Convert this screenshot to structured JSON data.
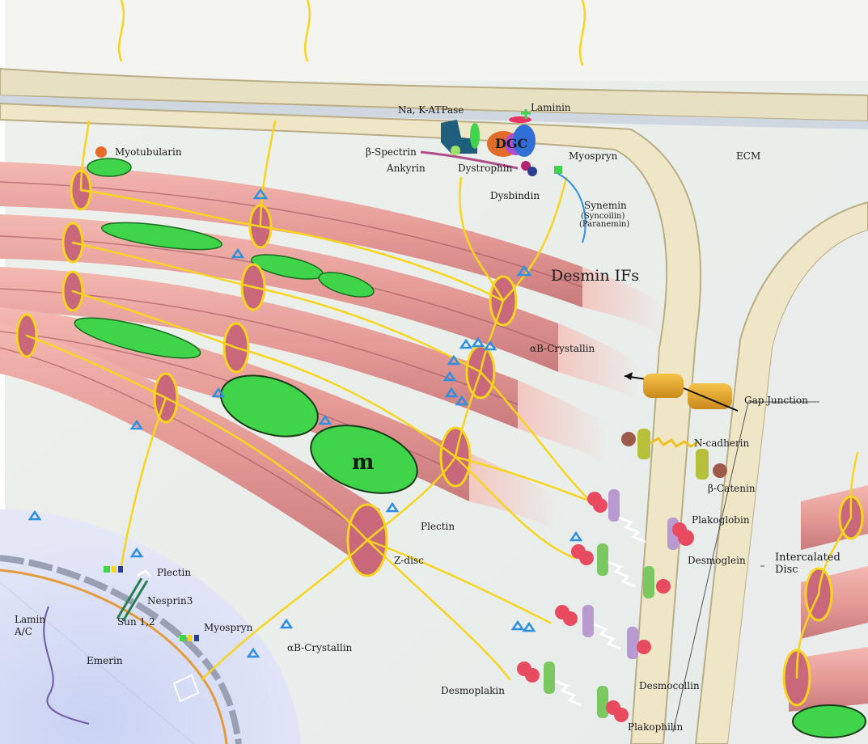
{
  "labels": {
    "myotubularin": "Myotubularin",
    "na_k_atpase": "Na, K-ATPase",
    "laminin": "Laminin",
    "beta_spectrin": "β-Spectrin",
    "dgc": "DGC",
    "myospryn_top": "Myospryn",
    "ecm": "ECM",
    "ankyrin": "Ankyrin",
    "dystrophin": "Dystrophin",
    "dysbindin": "Dysbindin",
    "synemin": "Synemin",
    "syncoilin": "(Syncoilin)",
    "paranemin": "(Paranemin)",
    "desmin_ifs": "Desmin IFs",
    "ab_crystallin_right": "αB-Crystallin",
    "gap_junction": "Gap Junction",
    "n_cadherin": "N-cadherin",
    "beta_catenin": "β-Catenin",
    "m": "m",
    "plakoglobin": "Plakoglobin",
    "plectin_mid": "Plectin",
    "desmoglein": "Desmoglein",
    "z_disc": "Z-disc",
    "intercalated": "Intercalated",
    "disc": "Disc",
    "plectin_left": "Plectin",
    "nesprin3": "Nesprin3",
    "lamin": "Lamin",
    "lamin_ac": "A/C",
    "sun12": "Sun 1,2",
    "myospryn_bottom": "Myospryn",
    "emerin": "Emerin",
    "ab_crystallin_bottom": "αB-Crystallin",
    "desmocollin": "Desmocollin",
    "desmoplakin": "Desmoplakin",
    "plakophilin": "Plakophilin"
  },
  "colors": {
    "myofibril": "#e8a0a0",
    "myofibril_end": "#c9687a",
    "desmin": "#f7d51e",
    "mitochondria": "#3fd44a",
    "membrane": "#efe6c8",
    "nucleus": "#b8c4ee",
    "crystallin": "#2f8fe0",
    "desmosome_red": "#e84a5f",
    "gap_junction": "#e0a020"
  }
}
